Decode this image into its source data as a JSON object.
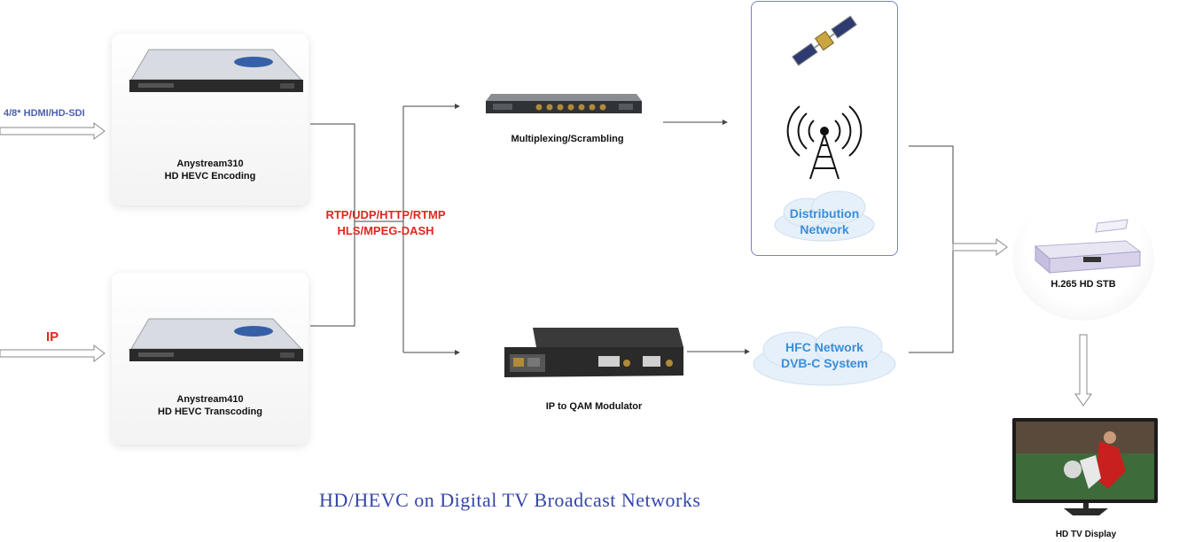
{
  "inputs": {
    "hdmi": "4/8* HDMI/HD-SDI",
    "ip": "IP"
  },
  "encoders": [
    {
      "name": "Anystream310",
      "role": "HD HEVC Encoding"
    },
    {
      "name": "Anystream410",
      "role": "HD HEVC Transcoding"
    }
  ],
  "protocols": {
    "line1": "RTP/UDP/HTTP/RTMP",
    "line2": "HLS/MPEG-DASH"
  },
  "devices": {
    "mux": "Multiplexing/Scrambling",
    "qam": "IP to QAM Modulator",
    "stb": "H.265 HD STB",
    "tv": "HD TV Display"
  },
  "networks": {
    "distribution": {
      "line1": "Distribution",
      "line2": "Network"
    },
    "hfc": {
      "line1": "HFC Network",
      "line2": "DVB-C System"
    }
  },
  "title": "HD/HEVC on Digital TV Broadcast Networks",
  "colors": {
    "title_blue": "#3446a8",
    "protocol_red": "#e2261c",
    "cloud_blue": "#3a8ed8",
    "box_border": "#7a80c8"
  }
}
